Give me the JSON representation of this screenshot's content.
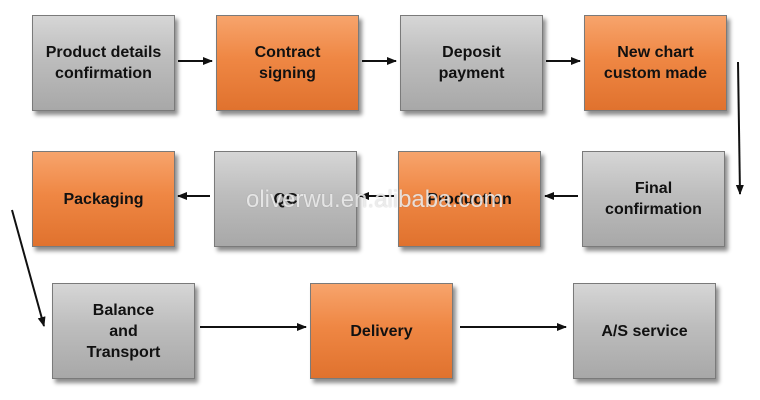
{
  "steps": [
    {
      "label": "Product details\nconfirmation",
      "kind": "gray"
    },
    {
      "label": "Contract\nsigning",
      "kind": "orange"
    },
    {
      "label": "Deposit\npayment",
      "kind": "gray"
    },
    {
      "label": "New chart\ncustom made",
      "kind": "orange"
    },
    {
      "label": "Final\nconfirmation",
      "kind": "gray"
    },
    {
      "label": "Production",
      "kind": "orange"
    },
    {
      "label": "QC",
      "kind": "gray"
    },
    {
      "label": "Packaging",
      "kind": "orange"
    },
    {
      "label": "Balance\nand\nTransport",
      "kind": "gray"
    },
    {
      "label": "Delivery",
      "kind": "orange"
    },
    {
      "label": "A/S service",
      "kind": "gray"
    }
  ],
  "watermark": "oliverwu.en.alibaba.com",
  "colors": {
    "gray": "#b9b9b9",
    "orange": "#ee8040",
    "arrow": "#111111"
  }
}
